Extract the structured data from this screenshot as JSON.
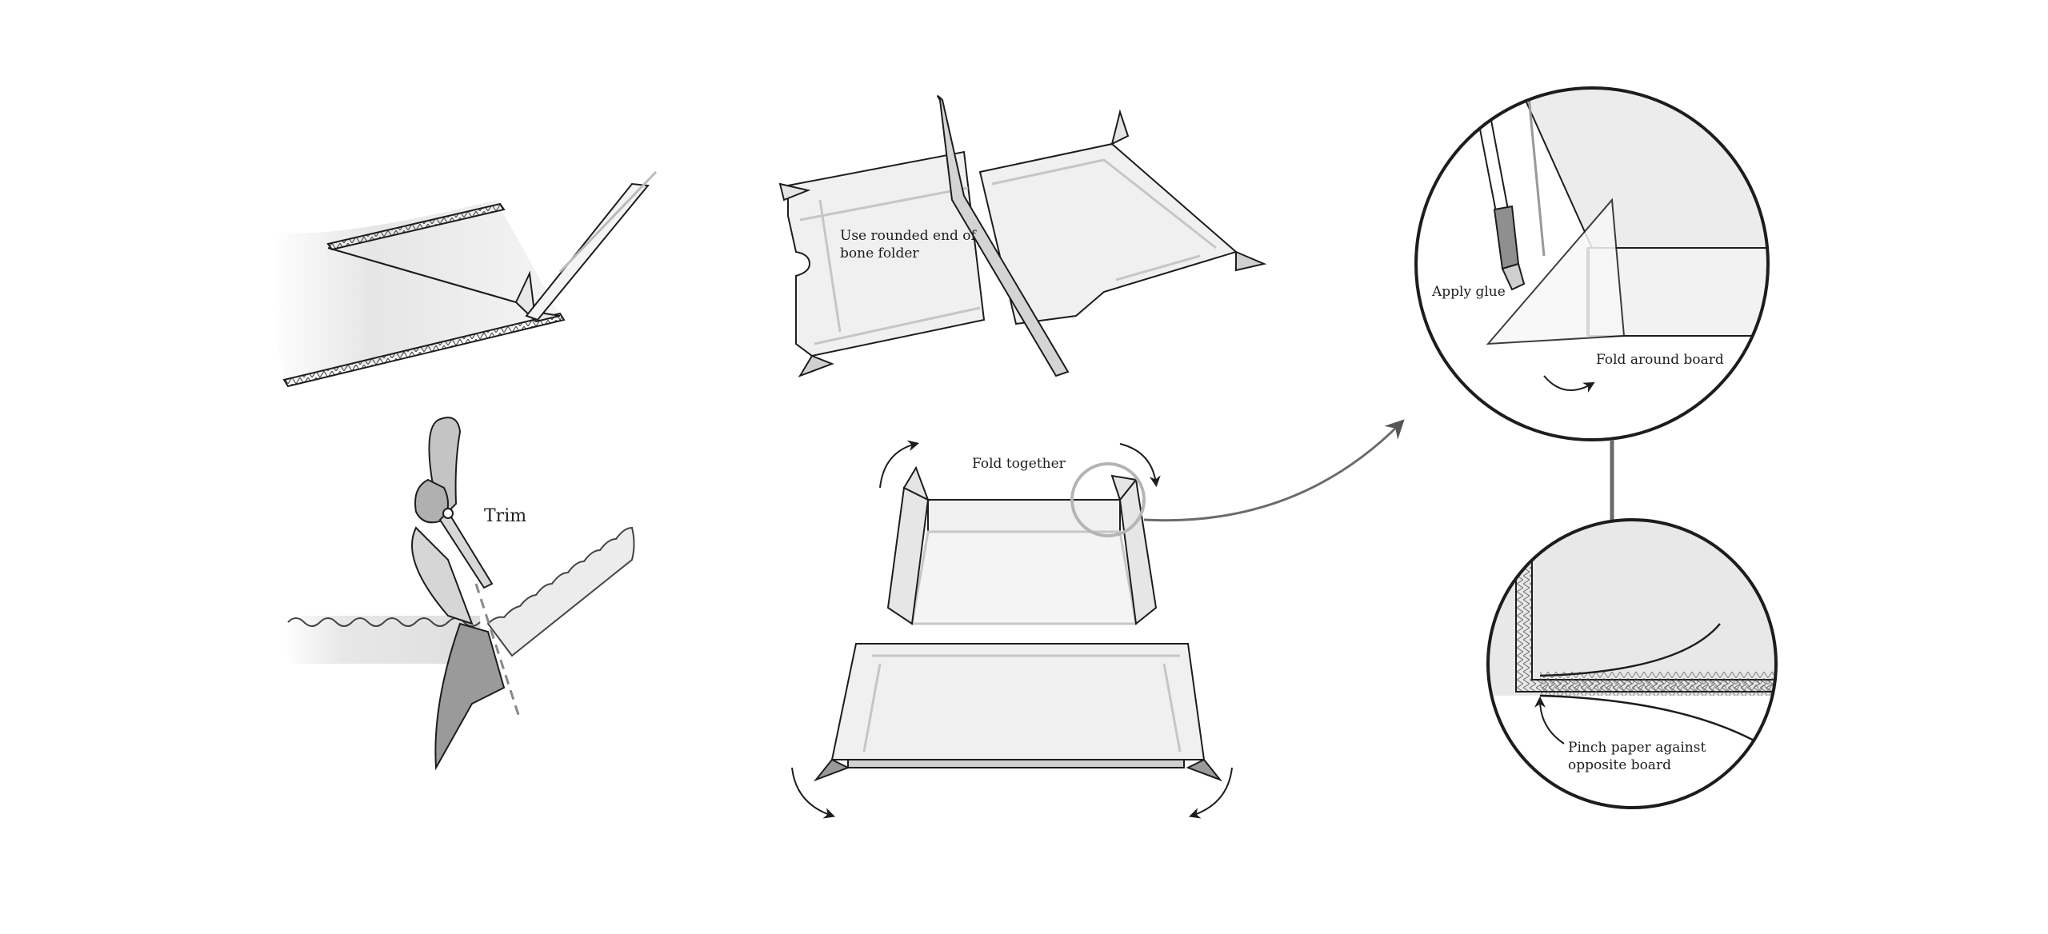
{
  "labels": {
    "bone_folder_line1": "Use rounded end of",
    "bone_folder_line2": "bone folder",
    "trim": "Trim",
    "fold_together": "Fold together",
    "apply_glue": "Apply glue",
    "fold_around_board": "Fold around board",
    "pinch_line1": "Pinch paper against",
    "pinch_line2": "opposite board"
  },
  "colors": {
    "ink": "#1d1d1d",
    "paper": "#f0f0f0",
    "shade": "#d4d4d4",
    "dark_shade": "#9a9a9a",
    "crease": "#c6c6c6",
    "connector": "#6b6b6b"
  },
  "icons": {
    "step1": "scoring-tool-icon",
    "step2": "scissors-icon",
    "step3": "bone-folder-icon",
    "step4": "box-folding-icon",
    "detail1": "glue-brush-icon",
    "detail2": "board-corner-icon"
  }
}
